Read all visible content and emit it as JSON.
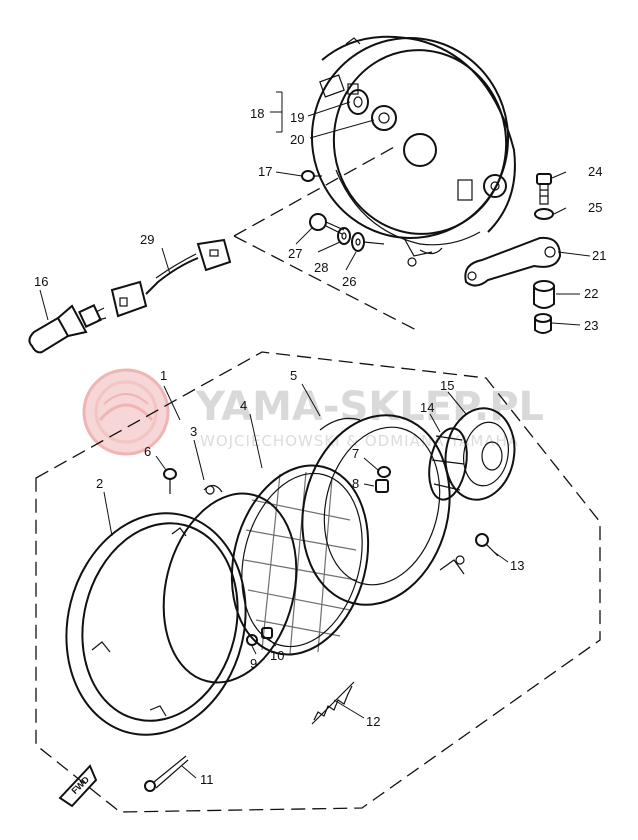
{
  "watermark": {
    "main": "YAMA-SKLEP.PL",
    "sub": "WOJCIECHOWSKI & ODMIANA YAMAHA"
  },
  "fwd_mark": "FWD",
  "callouts": [
    {
      "id": "c1",
      "text": "1"
    },
    {
      "id": "c2",
      "text": "2"
    },
    {
      "id": "c3",
      "text": "3"
    },
    {
      "id": "c4",
      "text": "4"
    },
    {
      "id": "c5",
      "text": "5"
    },
    {
      "id": "c6",
      "text": "6"
    },
    {
      "id": "c7",
      "text": "7"
    },
    {
      "id": "c8",
      "text": "8"
    },
    {
      "id": "c9",
      "text": "9"
    },
    {
      "id": "c10",
      "text": "10"
    },
    {
      "id": "c11",
      "text": "11"
    },
    {
      "id": "c12",
      "text": "12"
    },
    {
      "id": "c13",
      "text": "13"
    },
    {
      "id": "c14",
      "text": "14"
    },
    {
      "id": "c15",
      "text": "15"
    },
    {
      "id": "c16",
      "text": "16"
    },
    {
      "id": "c17",
      "text": "17"
    },
    {
      "id": "c18",
      "text": "18"
    },
    {
      "id": "c19",
      "text": "19"
    },
    {
      "id": "c20",
      "text": "20"
    },
    {
      "id": "c21",
      "text": "21"
    },
    {
      "id": "c22",
      "text": "22"
    },
    {
      "id": "c23",
      "text": "23"
    },
    {
      "id": "c24",
      "text": "24"
    },
    {
      "id": "c25",
      "text": "25"
    },
    {
      "id": "c26",
      "text": "26"
    },
    {
      "id": "c27",
      "text": "27"
    },
    {
      "id": "c28",
      "text": "28"
    },
    {
      "id": "c29",
      "text": "29"
    }
  ]
}
